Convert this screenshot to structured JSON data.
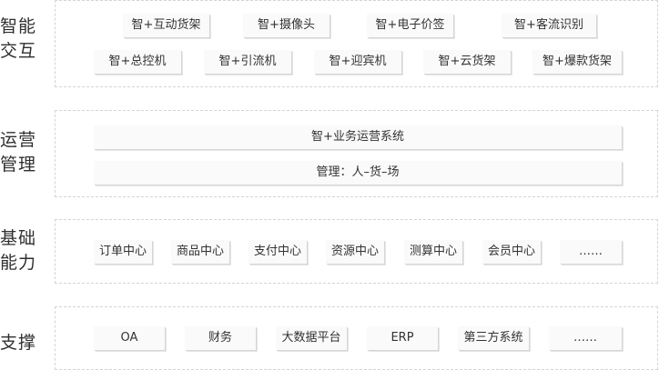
{
  "sections": [
    {
      "label_lines": [
        "智能",
        "交互"
      ],
      "rows": [
        [
          "智+互动货架",
          "智+摄像头",
          "智+电子价签",
          "智+客流识别"
        ],
        [
          "智+总控机",
          "智+引流机",
          "智+迎宾机",
          "智+云货架",
          "智+爆款货架"
        ]
      ]
    },
    {
      "label_lines": [
        "运营",
        "管理"
      ],
      "bars": [
        "智+业务运营系统",
        "管理：人–货–场"
      ]
    },
    {
      "label_lines": [
        "基础",
        "能力"
      ],
      "items": [
        "订单中心",
        "商品中心",
        "支付中心",
        "资源中心",
        "测算中心",
        "会员中心",
        "……"
      ]
    },
    {
      "label_lines": [
        "支撑"
      ],
      "items": [
        "OA",
        "财务",
        "大数据平台",
        "ERP",
        "第三方系统",
        "……"
      ]
    }
  ]
}
